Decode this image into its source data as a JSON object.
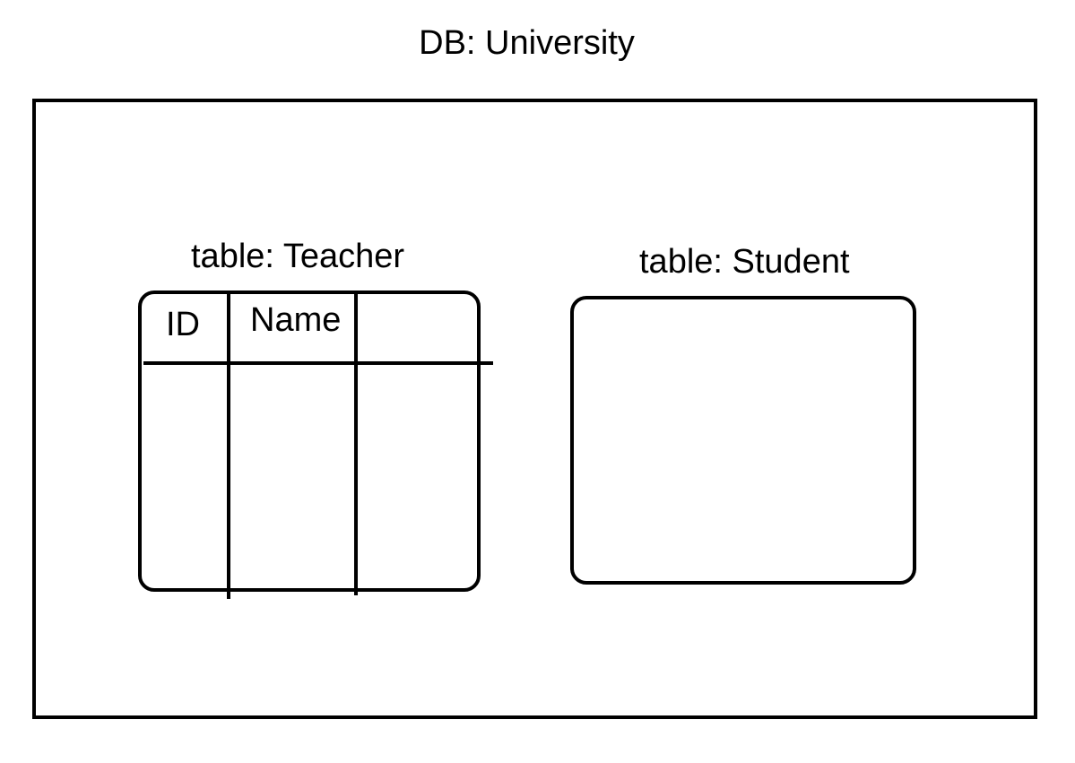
{
  "database": {
    "title": "DB: University"
  },
  "tables": {
    "teacher": {
      "title": "table: Teacher",
      "columns": [
        "ID",
        "Name",
        ""
      ]
    },
    "student": {
      "title": "table: Student"
    }
  }
}
